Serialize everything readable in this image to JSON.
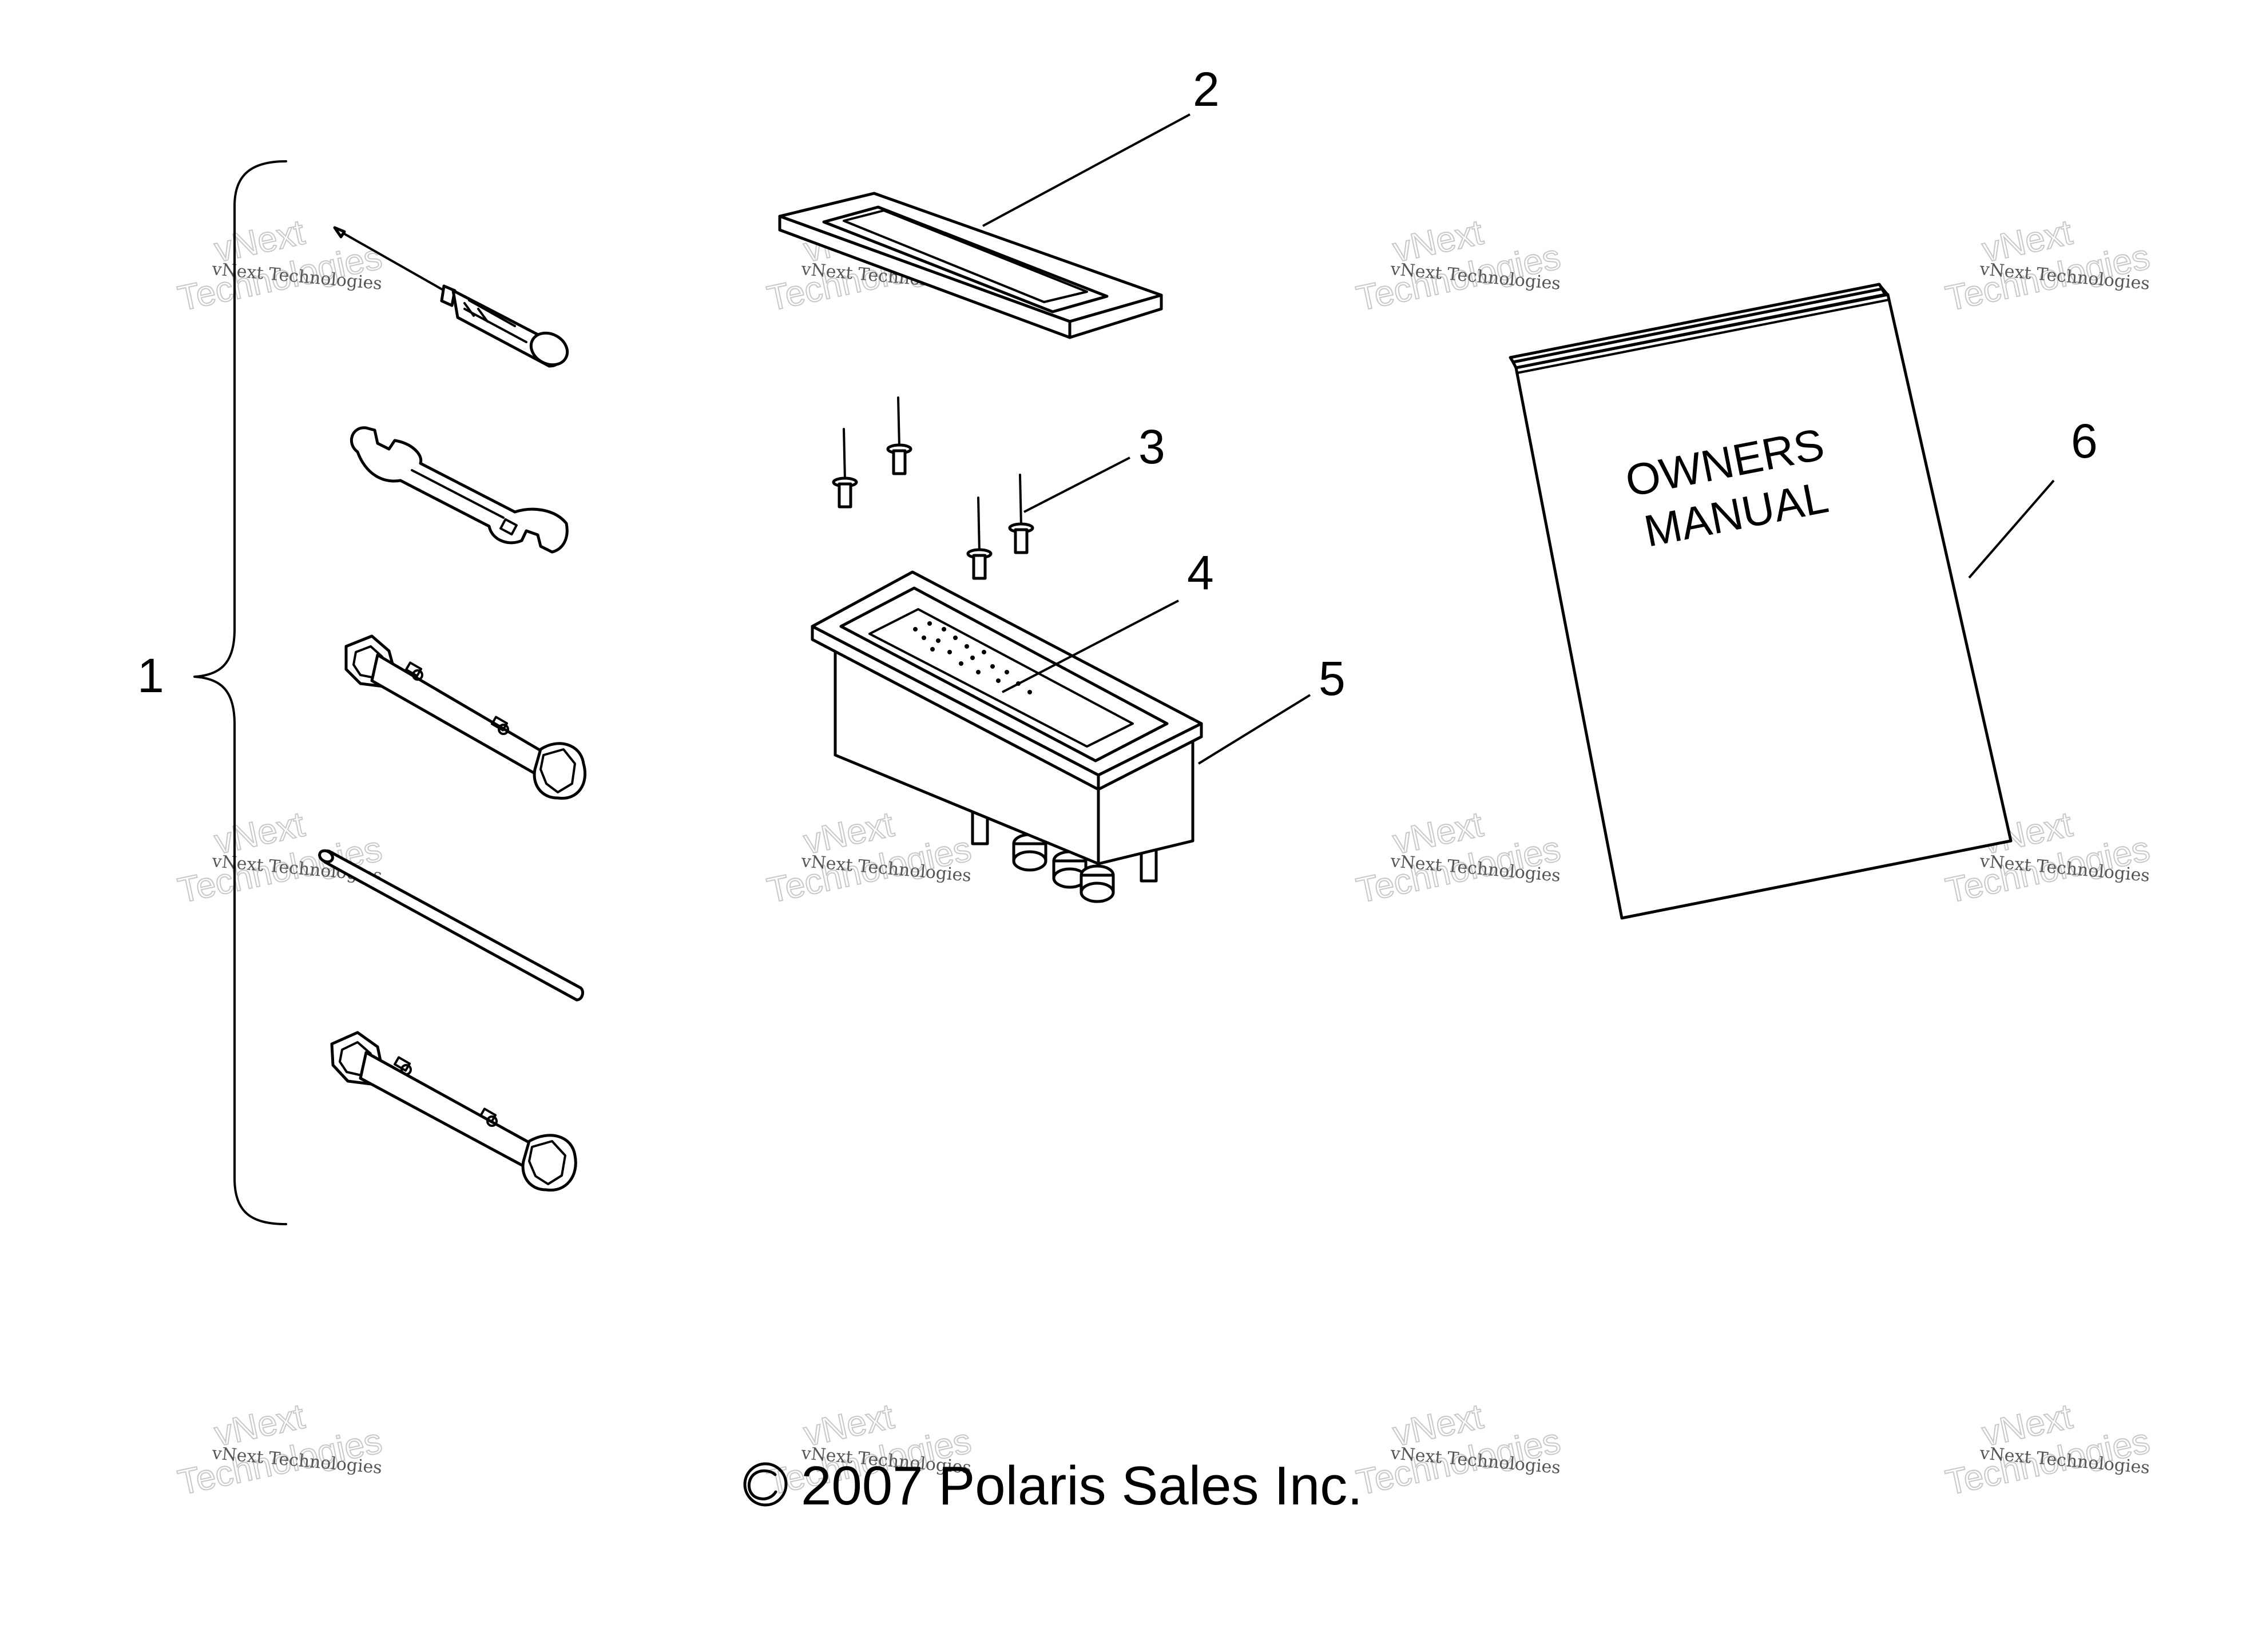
{
  "callouts": [
    "1",
    "2",
    "3",
    "4",
    "5",
    "6"
  ],
  "manual_cover": {
    "line1": "OWNERS",
    "line2": "MANUAL"
  },
  "copyright": "2007 Polaris Sales Inc.",
  "watermark": {
    "line1": "vNext Technologies",
    "line2": "vNext",
    "line3": "Technologies"
  }
}
